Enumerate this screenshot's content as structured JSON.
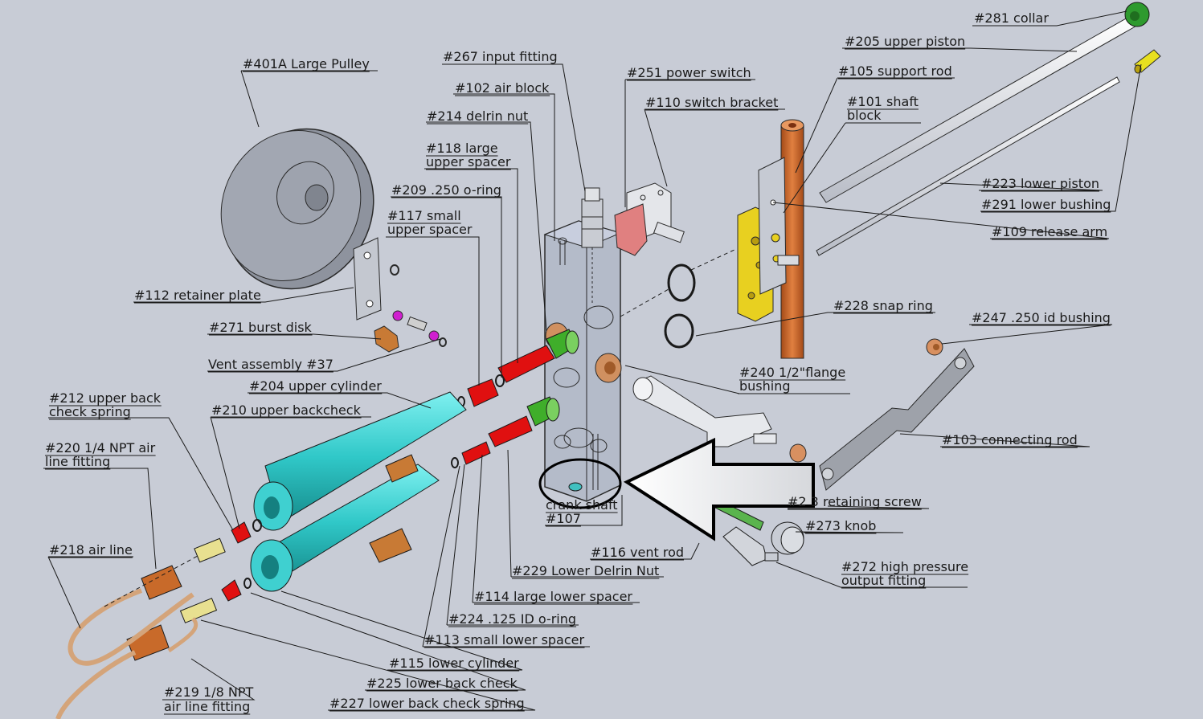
{
  "colors": {
    "background": "#c8ccd6",
    "cyan": "#30c8c8",
    "red": "#e01010",
    "green": "#3fae2a",
    "orange": "#c87a35",
    "copper": "#c86a2a",
    "yellow": "#e8d020",
    "magenta": "#d020d0",
    "block": "#a9b0c0",
    "line": "#1a1a1a"
  },
  "labels": {
    "collar_281": "#281 collar",
    "upper_piston_205": "#205 upper piston",
    "support_rod_105": "#105 support rod",
    "shaft_block_101_a": "#101 shaft",
    "shaft_block_101_b": "block",
    "lower_piston_223": "#223 lower piston",
    "lower_bushing_291": "#291 lower bushing",
    "release_arm_109": "#109 release arm",
    "snap_ring_228": "#228 snap ring",
    "id_bushing_247": "#247 .250 id bushing",
    "flange_bushing_240_a": "#240 1/2\"flange",
    "flange_bushing_240_b": "bushing",
    "connecting_rod_103": "#103 connecting rod",
    "retaining_screw": "#2 3 retaining screw",
    "knob_273": "#273 knob",
    "hp_output_272_a": "#272 high pressure",
    "hp_output_272_b": "output fitting",
    "input_fitting_267": "#267 input fitting",
    "air_block_102": "#102 air block",
    "power_switch_251": "#251 power switch",
    "switch_bracket_110": "#110 switch bracket",
    "delrin_nut_214": "#214 delrin nut",
    "large_upper_spacer_118_a": "#118 large",
    "large_upper_spacer_118_b": "upper spacer",
    "o_ring_209": "#209 .250 o-ring",
    "small_upper_spacer_117_a": "#117 small",
    "small_upper_spacer_117_b": "upper spacer",
    "large_pulley_401a": "#401A  Large Pulley",
    "retainer_plate_112": "#112 retainer plate",
    "burst_disk_271": "#271 burst disk",
    "vent_assembly_37": "Vent assembly #37",
    "upper_cylinder_204": "#204 upper cylinder",
    "upper_backcheck_spring_212_a": "#212 upper back",
    "upper_backcheck_spring_212_b": "check spring",
    "upper_backcheck_210": "#210 upper backcheck",
    "air_line_fitting_220_a": "#220  1/4 NPT air",
    "air_line_fitting_220_b": "line fitting",
    "air_line_218": "#218 air line",
    "crank_shaft_107_a": "crank shaft",
    "crank_shaft_107_b": "#107",
    "vent_rod_116": "#116 vent rod",
    "lower_delrin_nut_229": "#229 Lower Delrin Nut",
    "large_lower_spacer_114": "#114 large lower spacer",
    "o_ring_224": "#224 .125 ID o-ring",
    "small_lower_spacer_113": "#113 small lower spacer",
    "lower_cylinder_115": "#115 lower cylinder",
    "lower_back_check_225": "#225 lower back check",
    "lower_back_check_spring_227": "#227 lower back check spring",
    "air_line_fitting_219_a": "#219 1/8 NPT",
    "air_line_fitting_219_b": "air line fitting"
  }
}
